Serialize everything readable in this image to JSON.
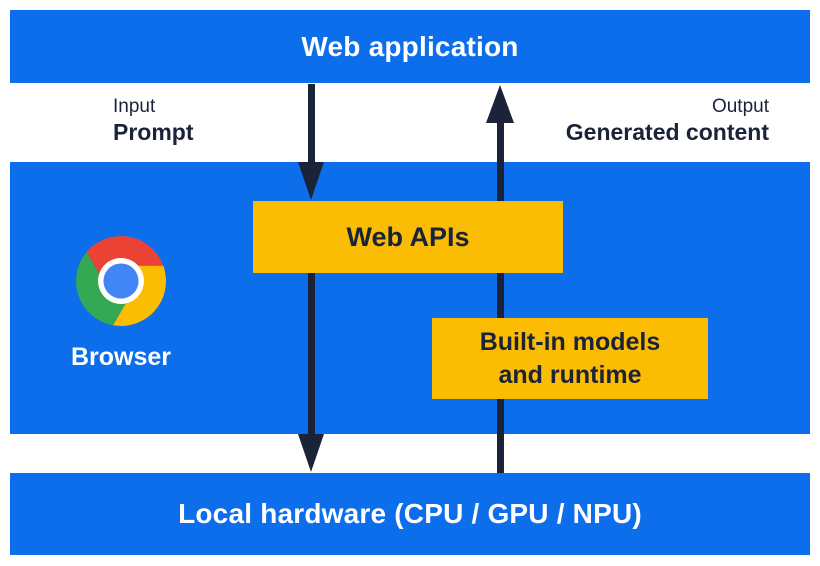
{
  "theme": {
    "blue": "#0D6EEC",
    "yellow": "#FBBC04",
    "ink": "#1A2338",
    "light": "#FFFFFF",
    "chrome-red": "#EA4335",
    "chrome-yellow": "#FBBC04",
    "chrome-green": "#34A853",
    "chrome-blue": "#4285F4"
  },
  "layers": {
    "web_application": {
      "label": "Web application"
    },
    "browser": {
      "label": "Browser",
      "logo_icon": "chrome-logo-icon"
    },
    "web_apis": {
      "label": "Web APIs"
    },
    "builtin_models": {
      "label_line1": "Built-in models",
      "label_line2": "and runtime"
    },
    "local_hardware": {
      "label": "Local hardware (CPU / GPU / NPU)"
    }
  },
  "flows": {
    "input": {
      "caption": "Input",
      "label": "Prompt",
      "direction": "down"
    },
    "output": {
      "caption": "Output",
      "label": "Generated content",
      "direction": "up"
    }
  }
}
